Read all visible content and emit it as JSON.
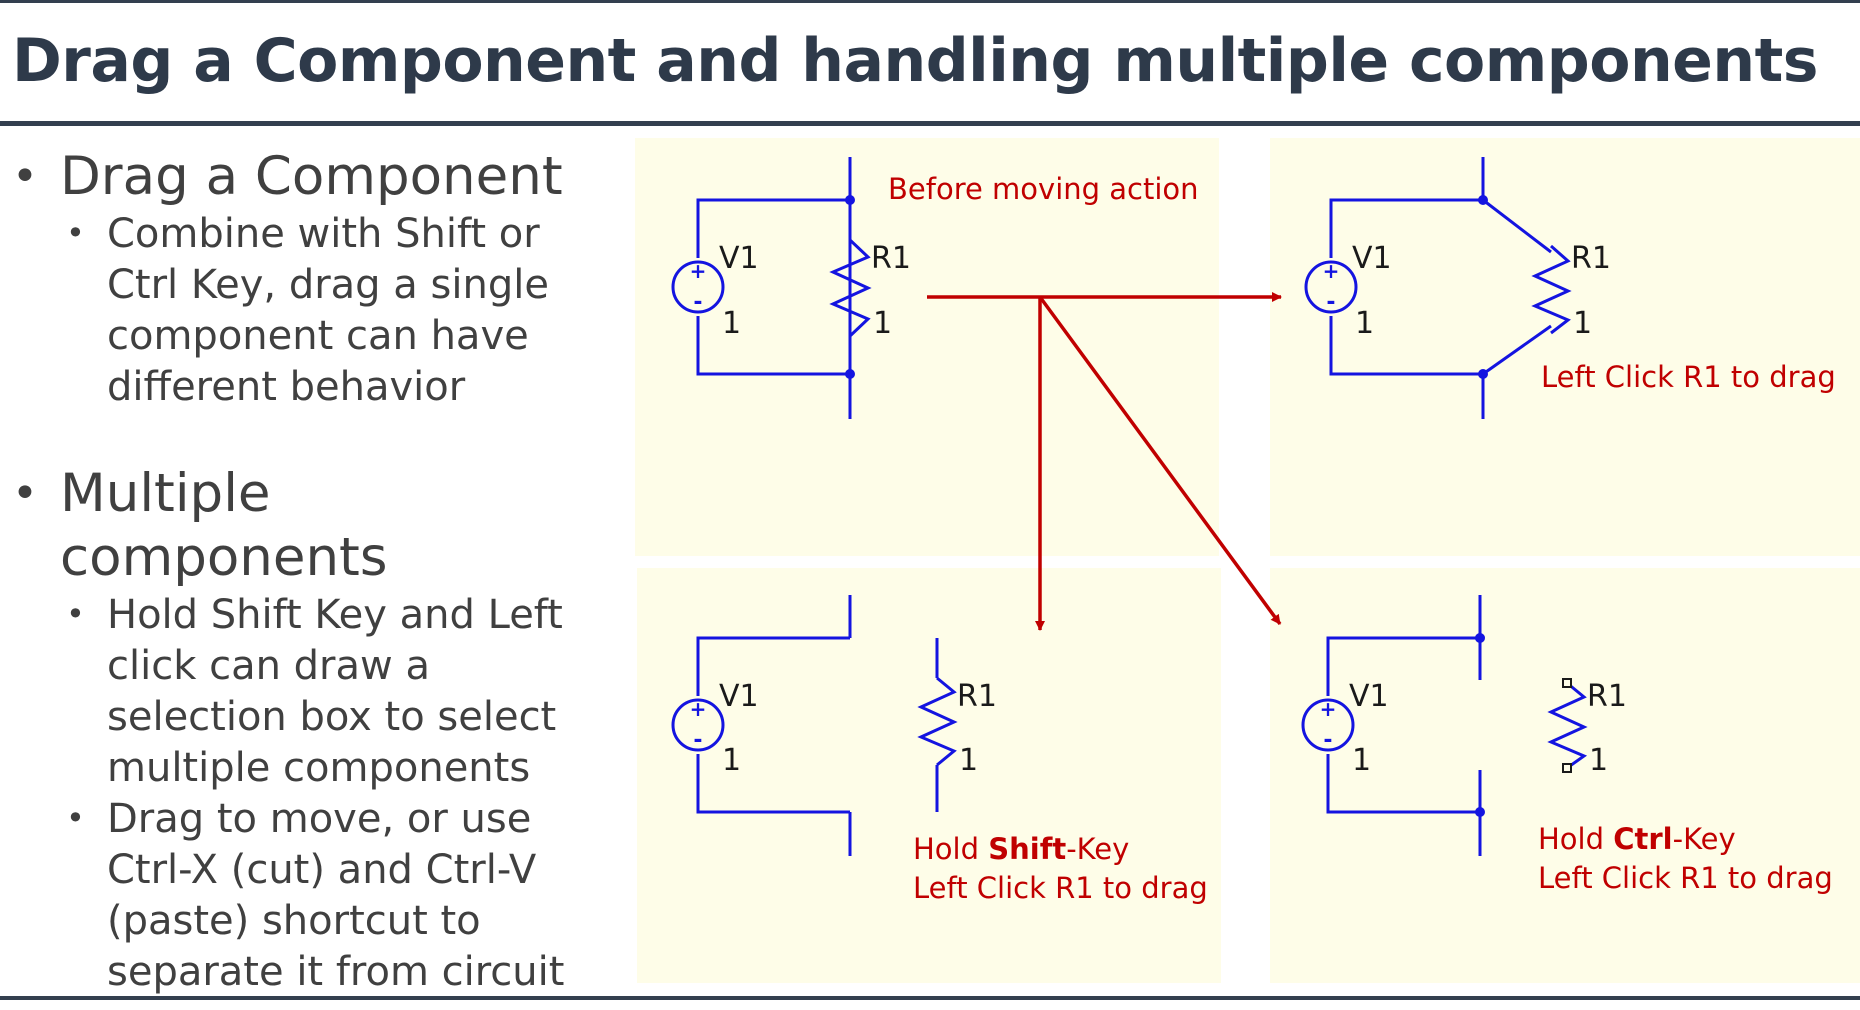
{
  "title": "Drag a Component and handling multiple components",
  "bullets": [
    {
      "text": "Drag a Component",
      "sub": [
        [
          "Combine with Shift or",
          "Ctrl Key, drag a single",
          "component can have",
          "different behavior"
        ]
      ]
    },
    {
      "text": "Multiple components",
      "sub": [
        [
          "Hold Shift Key and Left",
          "click can draw a",
          "selection box to select",
          "multiple components"
        ],
        [
          "Drag to move, or use",
          "Ctrl-X (cut) and Ctrl-V",
          "(paste) shortcut to",
          "separate it from circuit"
        ]
      ]
    }
  ],
  "diagrams": {
    "source_label": "V1",
    "source_value": "1",
    "resistor_label": "R1",
    "resistor_value": "1",
    "caption_before": "Before moving action",
    "caption_click": "Left Click R1 to drag",
    "caption_shift_prefix": "Hold ",
    "caption_shift_key": "Shift",
    "caption_shift_suffix": "-Key",
    "caption_shift_line2": "Left Click R1 to drag",
    "caption_ctrl_prefix": "Hold ",
    "caption_ctrl_key": "Ctrl",
    "caption_ctrl_suffix": "-Key",
    "caption_ctrl_line2": "Left Click R1 to drag"
  },
  "colors": {
    "wire": "#1414e0",
    "caption": "#c00000",
    "arrow": "#c00000",
    "panel": "#fefde8",
    "rule": "#333f4f"
  }
}
